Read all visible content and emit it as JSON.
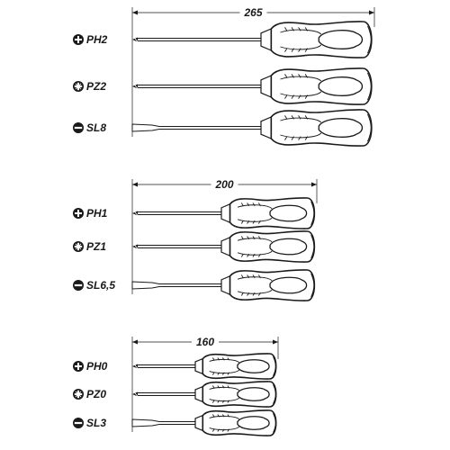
{
  "groups": [
    {
      "length": "265",
      "tools": [
        {
          "label": "PH2",
          "tip_icon": "phillips-icon"
        },
        {
          "label": "PZ2",
          "tip_icon": "pozidriv-icon"
        },
        {
          "label": "SL8",
          "tip_icon": "slotted-icon"
        }
      ]
    },
    {
      "length": "200",
      "tools": [
        {
          "label": "PH1",
          "tip_icon": "phillips-icon"
        },
        {
          "label": "PZ1",
          "tip_icon": "pozidriv-icon"
        },
        {
          "label": "SL6,5",
          "tip_icon": "slotted-icon"
        }
      ]
    },
    {
      "length": "160",
      "tools": [
        {
          "label": "PH0",
          "tip_icon": "phillips-icon"
        },
        {
          "label": "PZ0",
          "tip_icon": "pozidriv-icon"
        },
        {
          "label": "SL3",
          "tip_icon": "slotted-icon"
        }
      ]
    }
  ],
  "colors": {
    "ink": "#1a1a1a",
    "background": "#ffffff"
  }
}
